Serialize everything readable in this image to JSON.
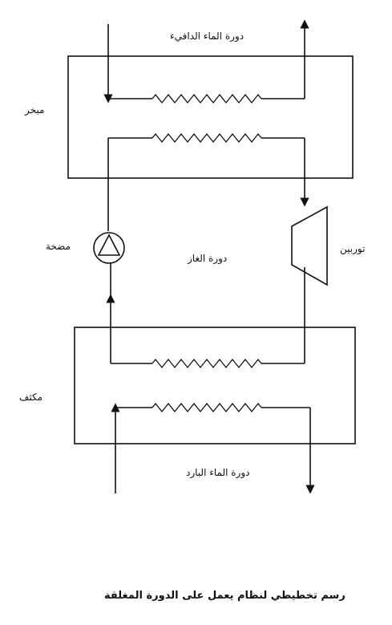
{
  "labels": {
    "hot_water_cycle": "دورة الماء الدافيء",
    "evaporator": "مبخر",
    "pump": "مضخة",
    "gas_cycle": "دورة الغاز",
    "turbine": "توربين",
    "condenser": "مكثف",
    "cold_water_cycle": "دورة الماء البارد"
  },
  "caption": "رسم تخطيطي لنظام يعمل على الدورة المغلقة"
}
